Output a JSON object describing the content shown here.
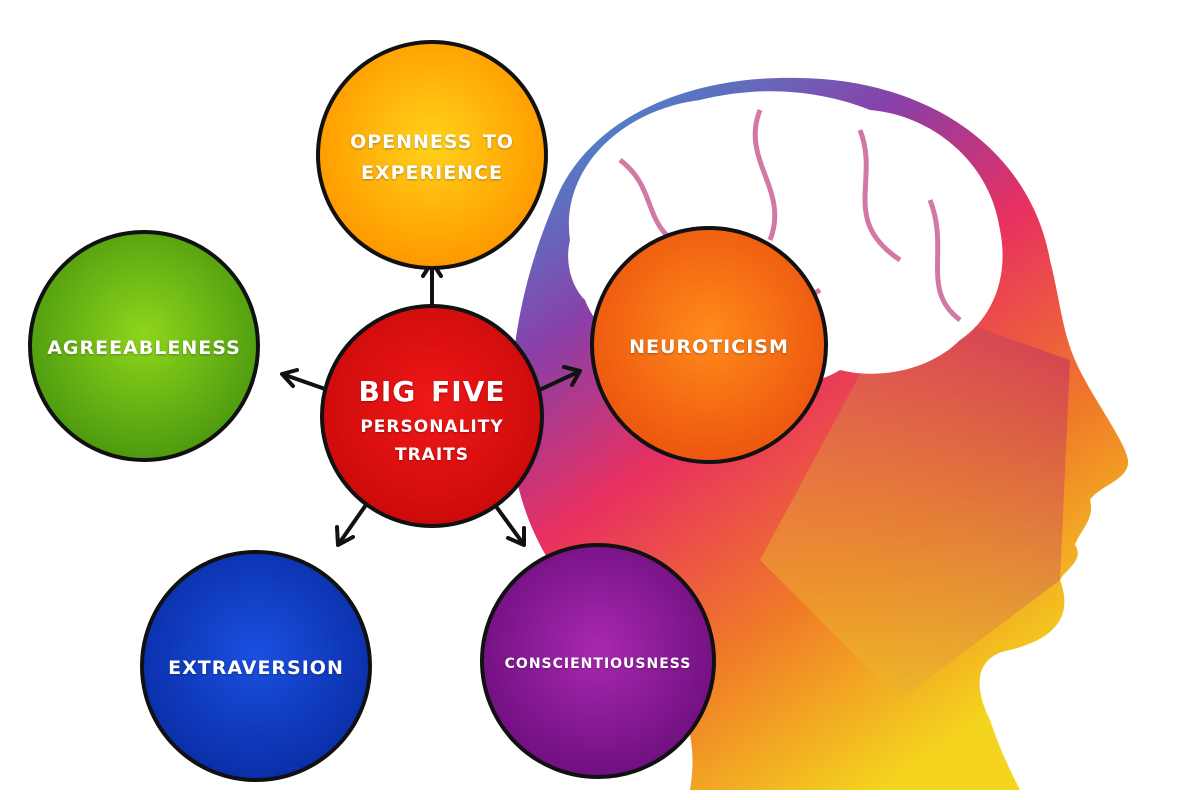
{
  "center": {
    "title": "Big Five",
    "subtitle_line1": "Personality",
    "subtitle_line2": "Traits",
    "color": "#d40f0f"
  },
  "traits": [
    {
      "label_line1": "Openness to",
      "label_line2": "experience",
      "color": "#ffa500"
    },
    {
      "label": "Agreeableness",
      "color": "#5aa812"
    },
    {
      "label": "Neuroticism",
      "color": "#ee6010"
    },
    {
      "label": "Extraversion",
      "color": "#0a2fb0"
    },
    {
      "label": "Conscientiousness",
      "color": "#7a0f8a"
    }
  ]
}
